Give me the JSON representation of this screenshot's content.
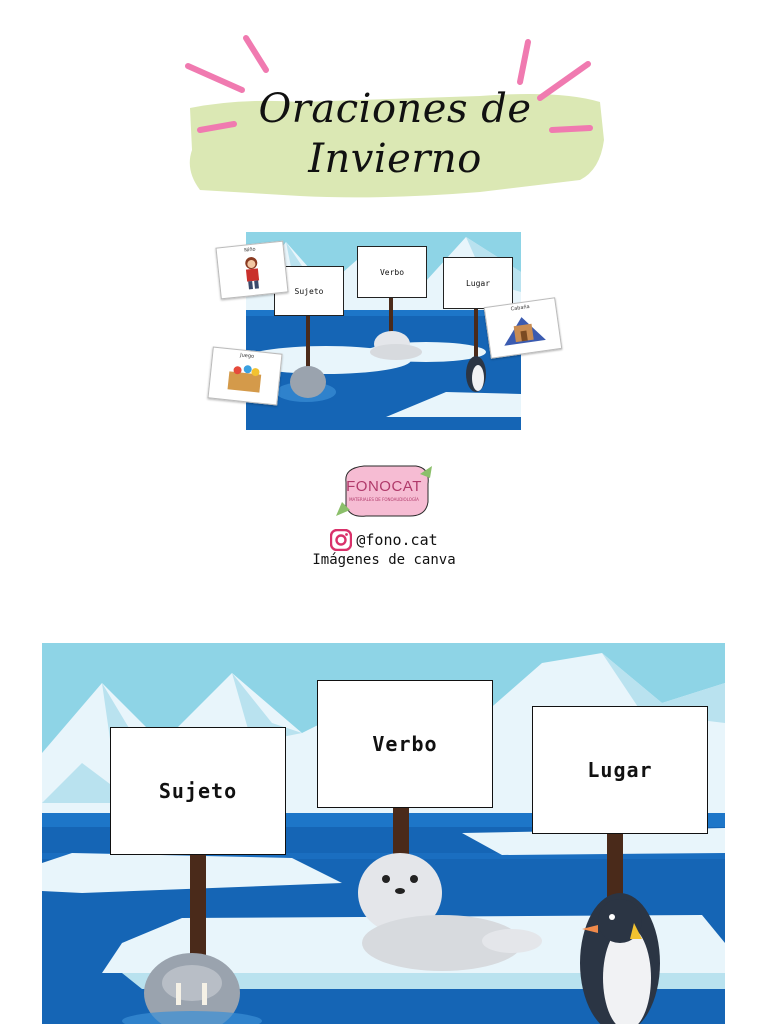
{
  "title": {
    "line1": "Oraciones de",
    "line2": "Invierno"
  },
  "thumbnail": {
    "signs": {
      "sujeto": "Sujeto",
      "verbo": "Verbo",
      "lugar": "Lugar"
    },
    "cards": {
      "nino": "Niño",
      "juego": "Juego",
      "cabana": "Cabaña"
    }
  },
  "brand": {
    "logo_text": "FONOCAT",
    "logo_subtitle": "MATERIALES DE FONOAUDIOLOGÍA",
    "handle": "@fono.cat",
    "credit": "Imágenes de canva"
  },
  "scene": {
    "signs": {
      "sujeto": "Sujeto",
      "verbo": "Verbo",
      "lugar": "Lugar"
    }
  },
  "colors": {
    "title_highlight": "#dbe8b4",
    "accent_rays": "#f07ab0",
    "sky": "#8ed4e6",
    "sea": "#1565b5",
    "ice": "#e8f5fb",
    "logo_bg": "#f6bcd3"
  }
}
